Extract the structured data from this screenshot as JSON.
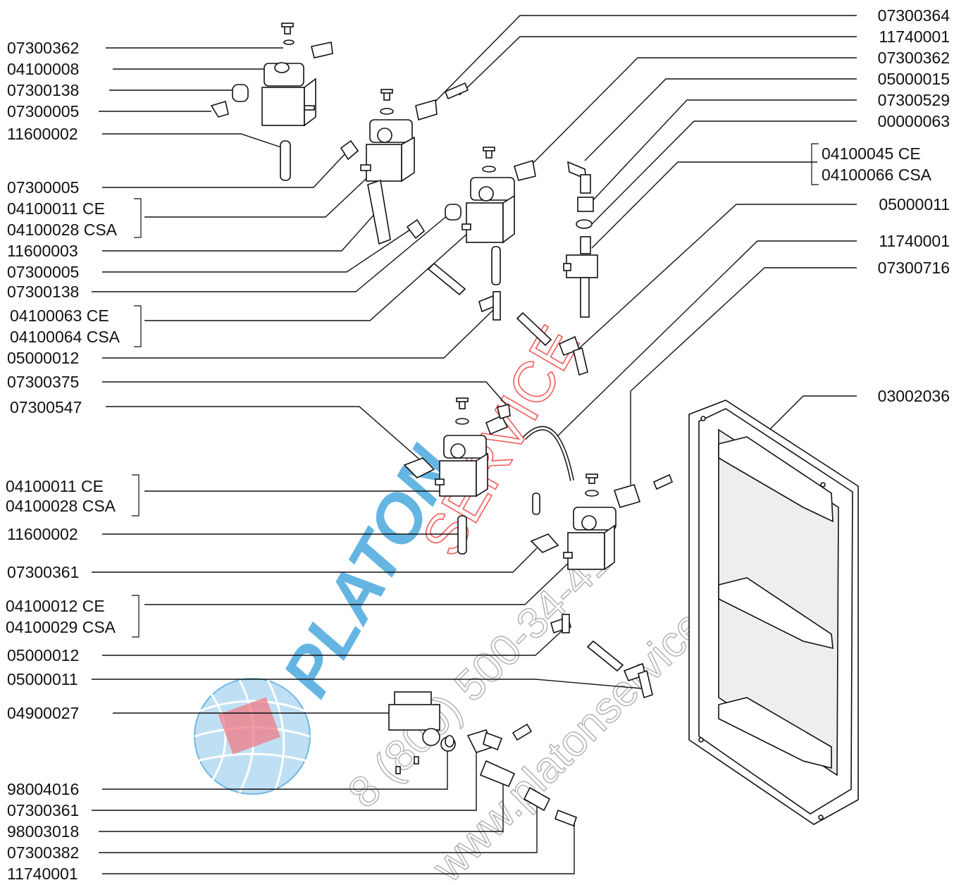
{
  "colors": {
    "line": "#111111",
    "brand_red": "#f23c3c",
    "brand_blue": "#4aa8de"
  },
  "watermark": {
    "brand_blue": "PLATON",
    "brand_red": "SERVICE",
    "phone": "8 (800) 500-34-41",
    "site": "www.platonservice.com"
  },
  "labels_left": [
    "07300362",
    "04100008",
    "07300138",
    "07300005",
    "11600002",
    "07300005",
    "04100011 CE",
    "04100028 CSA",
    "11600003",
    "07300005",
    "07300138",
    "04100063 CE",
    "04100064 CSA",
    "05000012",
    "07300375",
    "07300547",
    "04100011 CE",
    "04100028 CSA",
    "11600002",
    "07300361",
    "04100012 CE",
    "04100029 CSA",
    "05000012",
    "05000011",
    "04900027",
    "98004016",
    "07300361",
    "98003018",
    "07300382",
    "11740001"
  ],
  "labels_right": [
    "07300364",
    "11740001",
    "07300362",
    "05000015",
    "07300529",
    "00000063",
    "04100045 CE",
    "04100066 CSA",
    "05000011",
    "11740001",
    "07300716",
    "03002036"
  ]
}
